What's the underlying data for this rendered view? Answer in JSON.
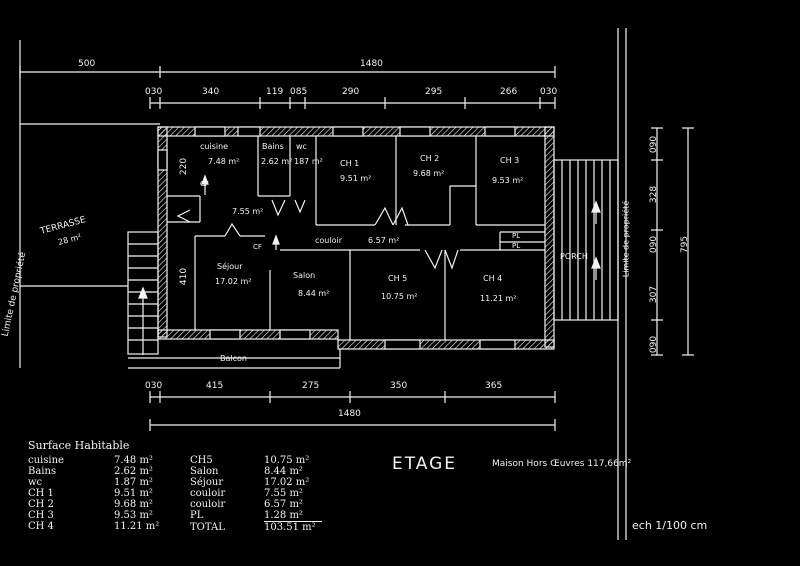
{
  "dimensions": {
    "top_total": "1480",
    "top_left": "500",
    "top_segments": [
      "030",
      "340",
      "119",
      "085",
      "290",
      "295",
      "266",
      "030"
    ],
    "bottom_segments": [
      "030",
      "415",
      "275",
      "350",
      "365"
    ],
    "bottom_total": "1480",
    "right_vertical": [
      "090",
      "328",
      "090",
      "307",
      "090"
    ],
    "right_total": "795",
    "left_small": "220",
    "left_mid": "410"
  },
  "rooms": [
    {
      "name": "cuisine",
      "area": "7.48 m²"
    },
    {
      "name": "Bains",
      "area": "2.62 m²"
    },
    {
      "name": "wc",
      "area": "187 m²"
    },
    {
      "name": "CH 1",
      "area": "9.51 m²"
    },
    {
      "name": "CH 2",
      "area": "9.68 m²"
    },
    {
      "name": "CH 3",
      "area": "9.53 m²"
    },
    {
      "name": "Séjour",
      "area": "17.02 m²"
    },
    {
      "name": "Salon",
      "area": "8.44 m²"
    },
    {
      "name": "CH 5",
      "area": "10.75 m²"
    },
    {
      "name": "CH 4",
      "area": "11.21 m²"
    }
  ],
  "hall_area": "7.55 m²",
  "couloir": {
    "label": "couloir",
    "area": "6.57 m²"
  },
  "cf1": "CF",
  "cf2": "CF",
  "pl1": "PL",
  "pl2": "PL",
  "balcon": "Balcon",
  "terrasse": {
    "label": "TERRASSE",
    "area": "28 m²"
  },
  "porch": "PORCH",
  "limite_left": "Limite de propriété",
  "limite_right": "Limite de propriété",
  "surface_title": "Surface Habitable",
  "surface_left": [
    {
      "room": "cuisine",
      "area": "7.48 m²"
    },
    {
      "room": "Bains",
      "area": "2.62 m²"
    },
    {
      "room": "wc",
      "area": "1.87 m²"
    },
    {
      "room": "CH 1",
      "area": "9.51 m²"
    },
    {
      "room": "CH 2",
      "area": "9.68 m²"
    },
    {
      "room": "CH 3",
      "area": "9.53 m²"
    },
    {
      "room": "CH 4",
      "area": "11.21 m²"
    }
  ],
  "surface_right": [
    {
      "room": "CH5",
      "area": "10.75 m²"
    },
    {
      "room": "Salon",
      "area": "8.44 m²"
    },
    {
      "room": "Séjour",
      "area": "17.02 m²"
    },
    {
      "room": "couloir",
      "area": "7.55 m²"
    },
    {
      "room": "couloir",
      "area": "6.57 m²"
    },
    {
      "room": "PL",
      "area": "1.28 m²"
    },
    {
      "room": "TOTAL",
      "area": "103.51 m²"
    }
  ],
  "title": "ETAGE",
  "subtitle": "Maison Hors Œuvres 117,66m²",
  "scale": "ech 1/100 cm"
}
